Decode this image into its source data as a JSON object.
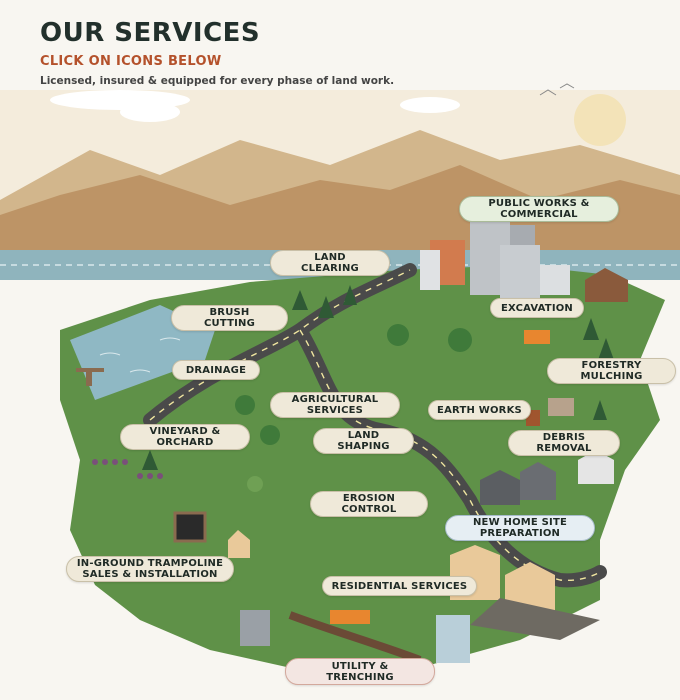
{
  "header": {
    "title": "OUR SERVICES",
    "subtitle": "CLICK ON ICONS BELOW",
    "tagline": "Licensed, insured & equipped for every phase of land work."
  },
  "colors": {
    "title": "#22302c",
    "accent": "#b4512b",
    "land": "#5f9148",
    "mountain_far": "#d2b68c",
    "mountain_near": "#bd9466",
    "water": "#8fb4bd",
    "road": "#4a4a4a",
    "label_bg": "#efe9d9"
  },
  "services": [
    {
      "id": "public-works",
      "label": "PUBLIC WORKS &\nCOMMERCIAL"
    },
    {
      "id": "land-clearing",
      "label": "LAND\nCLEARING"
    },
    {
      "id": "excavation",
      "label": "EXCAVATION"
    },
    {
      "id": "brush-cutting",
      "label": "BRUSH\nCUTTING"
    },
    {
      "id": "drainage",
      "label": "DRAINAGE"
    },
    {
      "id": "forestry-mulching",
      "label": "FORESTRY\nMULCHING"
    },
    {
      "id": "agricultural-services",
      "label": "AGRICULTURAL\nSERVICES"
    },
    {
      "id": "earth-works",
      "label": "EARTH WORKS"
    },
    {
      "id": "vineyard-orchard",
      "label": "VINEYARD &\nORCHARD"
    },
    {
      "id": "land-shaping",
      "label": "LAND\nSHAPING"
    },
    {
      "id": "debris-removal",
      "label": "DEBRIS\nREMOVAL"
    },
    {
      "id": "erosion-control",
      "label": "EROSION\nCONTROL"
    },
    {
      "id": "new-home-site",
      "label": "NEW HOME SITE\nPREPARATION"
    },
    {
      "id": "trampoline",
      "label": "IN-GROUND TRAMPOLINE\nSALES & INSTALLATION"
    },
    {
      "id": "residential-services",
      "label": "RESIDENTIAL SERVICES"
    },
    {
      "id": "utility-trenching",
      "label": "UTILITY &\nTRENCHING"
    }
  ]
}
